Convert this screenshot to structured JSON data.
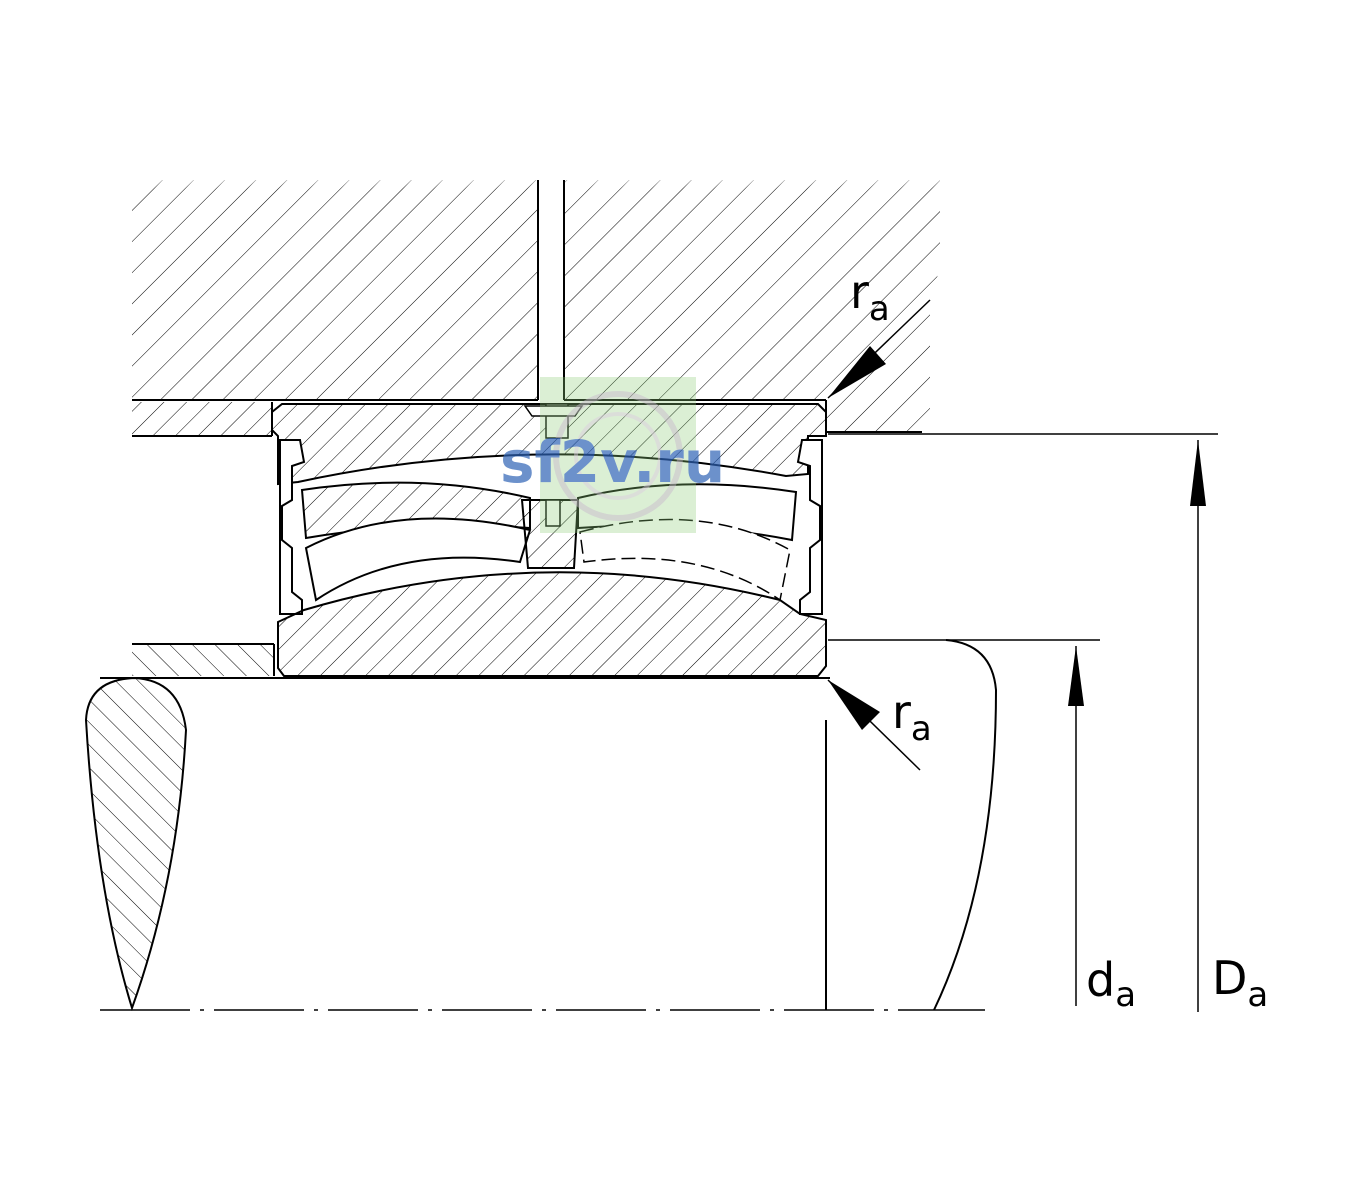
{
  "labels": {
    "ra_top": {
      "main": "r",
      "sub": "a"
    },
    "ra_bottom": {
      "main": "r",
      "sub": "a"
    },
    "da": {
      "main": "d",
      "sub": "a"
    },
    "Da": {
      "main": "D",
      "sub": "a"
    }
  },
  "watermark": {
    "text": "sf2v.ru",
    "color": "#2e63b6",
    "badge_color": "#8fcf7a"
  },
  "colors": {
    "line": "#000000",
    "background": "#ffffff"
  }
}
